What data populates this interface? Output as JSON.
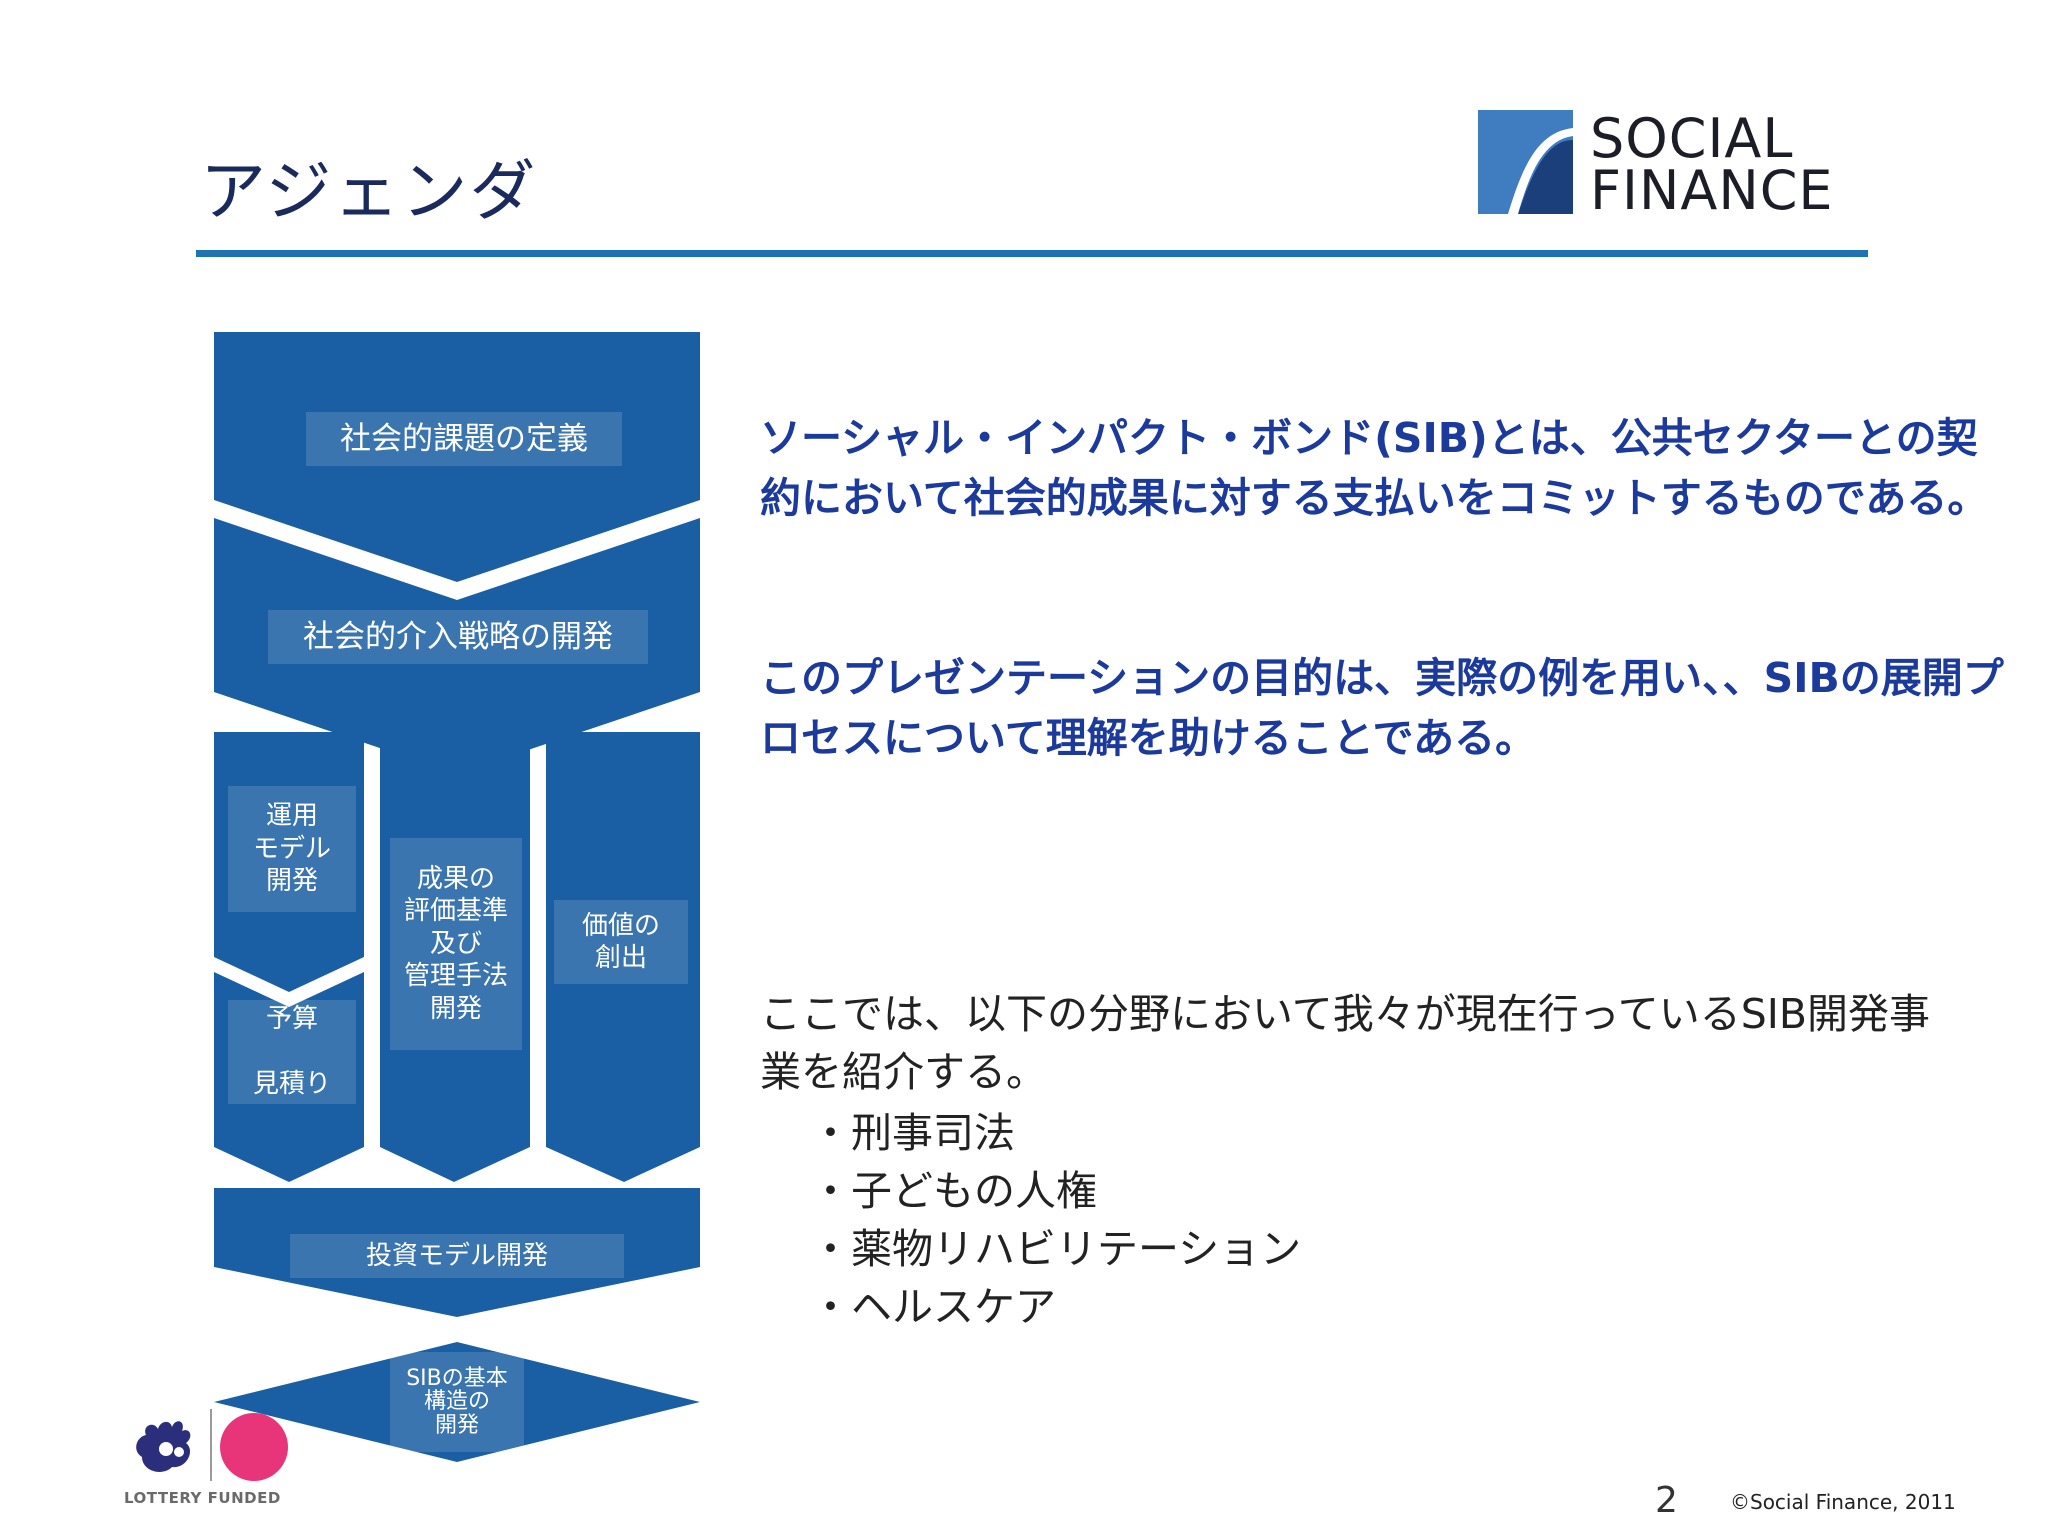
{
  "slide": {
    "title": "アジェンダ",
    "intro": "ソーシャル・インパクト・ボンド(SIB)とは、公共セクターとの契約において社会的成果に対する支払いをコミットするものである。",
    "purpose": "このプレゼンテーションの目的は、実際の例を用い、、SIBの展開プロセスについて理解を助けることである。",
    "areas_intro": "ここでは、以下の分野において我々が現在行っているSIB開発事業を紹介する。",
    "areas": [
      "・刑事司法",
      "・子どもの人権",
      "・薬物リハビリテーション",
      "・ヘルスケア"
    ],
    "page_number": "2",
    "copyright": "©Social Finance, 2011"
  },
  "logo": {
    "line1": "SOCIAL",
    "line2": "FINANCE",
    "colors": {
      "mark_dark": "#1a3f7a",
      "mark_light": "#3f7cc0",
      "text": "#1d1d28"
    }
  },
  "lottery": {
    "label": "LOTTERY FUNDED",
    "badge_color": "#e8357a",
    "hand_color": "#2b2e7a"
  },
  "diagram": {
    "color": "#1a5fa3",
    "steps": {
      "define": "社会的課題の定義",
      "strategy": "社会的介入戦略の開発",
      "operation": "運用\nモデル\n開発",
      "budget": "予算\n\n見積り",
      "metrics": "成果の\n評価基準\n及び\n管理手法\n開発",
      "value": "価値の\n創出",
      "investment": "投資モデル開発",
      "structure": "SIBの基本\n構造の\n開発"
    }
  }
}
